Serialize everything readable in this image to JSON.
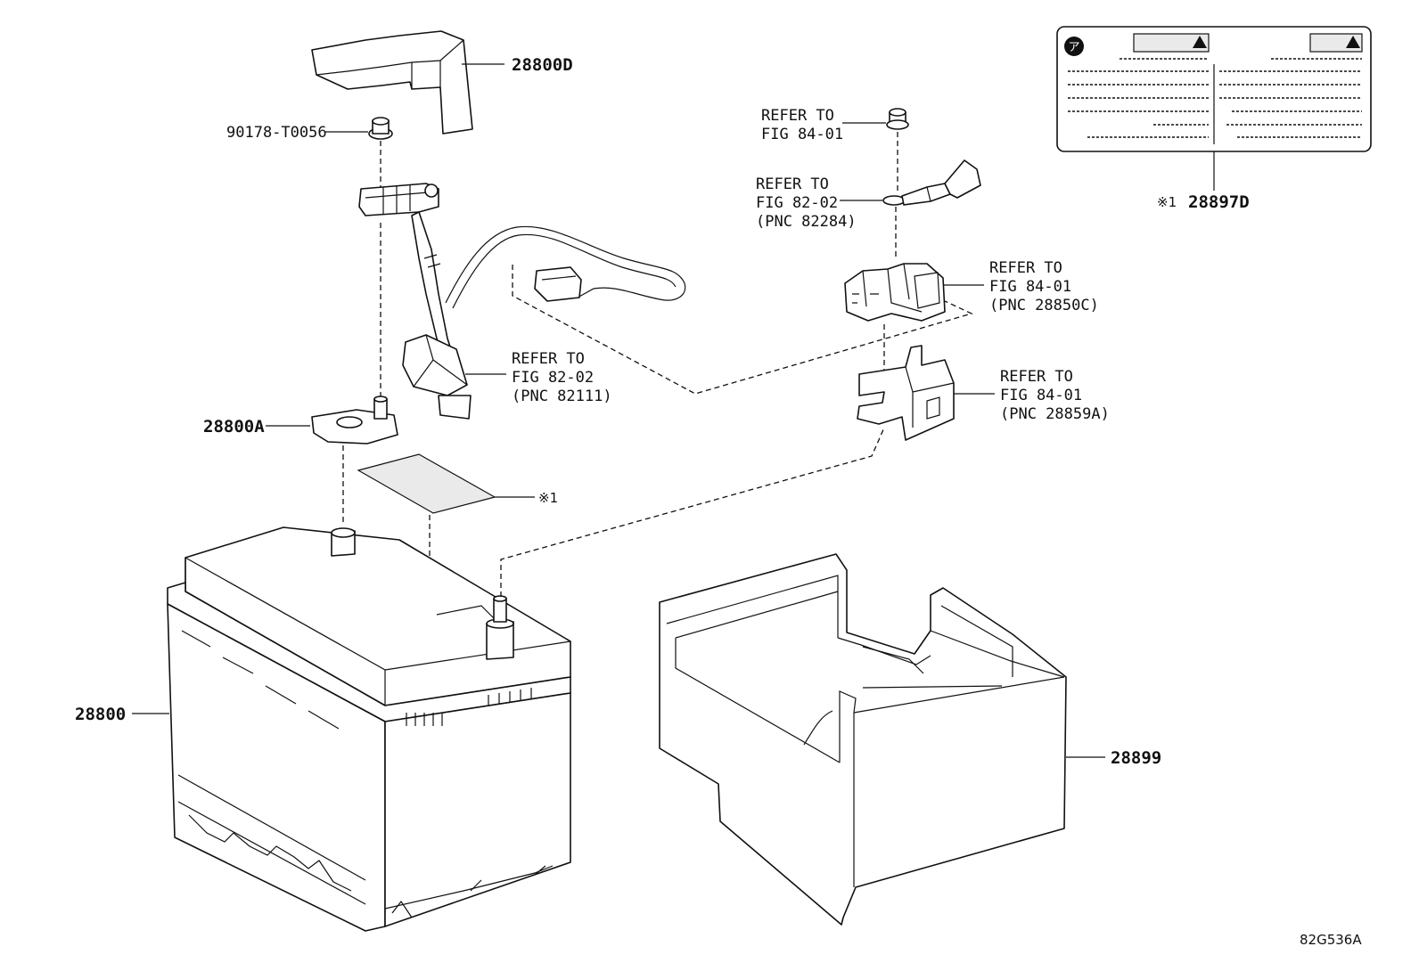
{
  "labels": {
    "p28800D": "28800D",
    "p90178": "90178-T0056",
    "p28800A": "28800A",
    "p28800": "28800",
    "p28899": "28899",
    "p28897D": "28897D",
    "note1_mark": "※1",
    "note1_label_mark": "※1"
  },
  "refs": {
    "r1": {
      "line1": "REFER TO",
      "line2": "FIG 82-02",
      "line3": "(PNC 82111)"
    },
    "r2": {
      "line1": "REFER TO",
      "line2": "FIG 84-01"
    },
    "r3": {
      "line1": "REFER TO",
      "line2": "FIG 82-02",
      "line3": "(PNC 82284)"
    },
    "r4": {
      "line1": "REFER TO",
      "line2": "FIG 84-01",
      "line3": "(PNC 28850C)"
    },
    "r5": {
      "line1": "REFER TO",
      "line2": "FIG 84-01",
      "line3": "(PNC 28859A)"
    }
  },
  "warning_label": {
    "badge": "ア"
  },
  "figure_code": "82G536A",
  "colors": {
    "line": "#111111",
    "background": "#ffffff"
  }
}
